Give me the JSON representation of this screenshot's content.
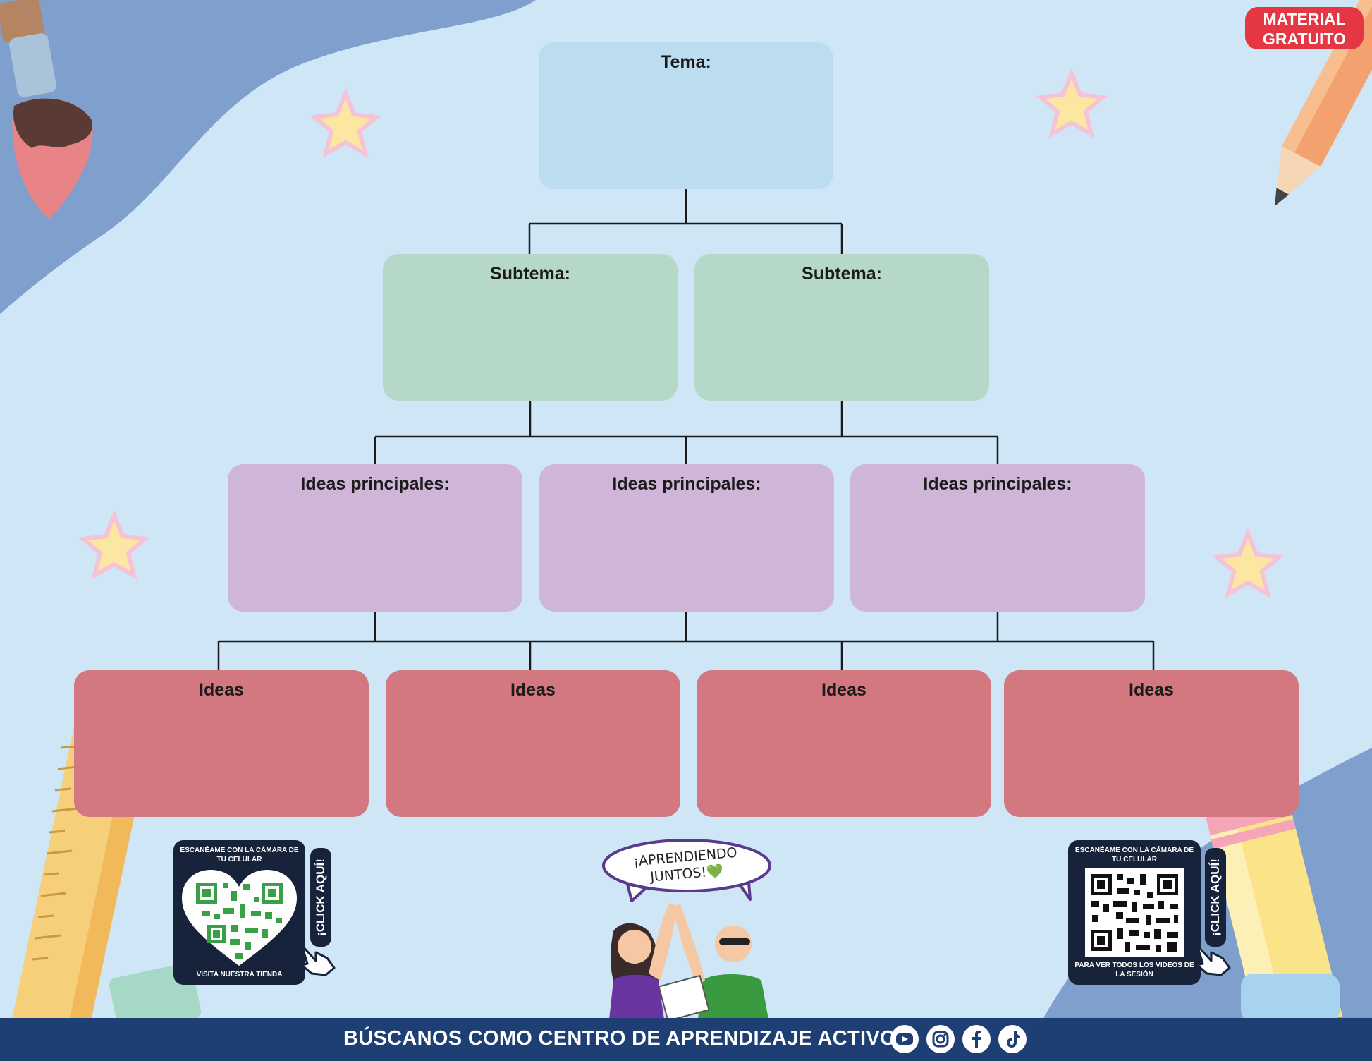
{
  "badge": {
    "line1": "MATERIAL",
    "line2": "GRATUITO"
  },
  "diagram": {
    "tema": "Tema:",
    "subtemas": [
      "Subtema:",
      "Subtema:"
    ],
    "ideas_principales": [
      "Ideas principales:",
      "Ideas principales:",
      "Ideas principales:"
    ],
    "ideas": [
      "Ideas",
      "Ideas",
      "Ideas",
      "Ideas"
    ]
  },
  "qr_left": {
    "top": "ESCANÉAME CON LA CÁMARA DE TU CELULAR",
    "bottom": "VISITA NUESTRA TIENDA",
    "click": "¡CLICK AQUÍ!"
  },
  "qr_right": {
    "top": "ESCANÉAME CON LA CÁMARA DE TU CELULAR",
    "bottom": "PARA VER TODOS LOS VIDEOS DE LA SESIÓN",
    "click": "¡CLICK AQUÍ!"
  },
  "speech_bubble": "¡APRENDIENDO JUNTOS!💚",
  "footer": {
    "text": "BÚSCANOS COMO CENTRO DE APRENDIZAJE ACTIVO"
  },
  "social_icons": [
    "youtube-icon",
    "instagram-icon",
    "facebook-icon",
    "tiktok-icon"
  ],
  "colors": {
    "tema": "#bcdcf0",
    "subtema": "#b6d8c9",
    "ideas_principales": "#cfb6d8",
    "ideas": "#d37780",
    "badge": "#e53743",
    "footer": "#1e3f73"
  }
}
